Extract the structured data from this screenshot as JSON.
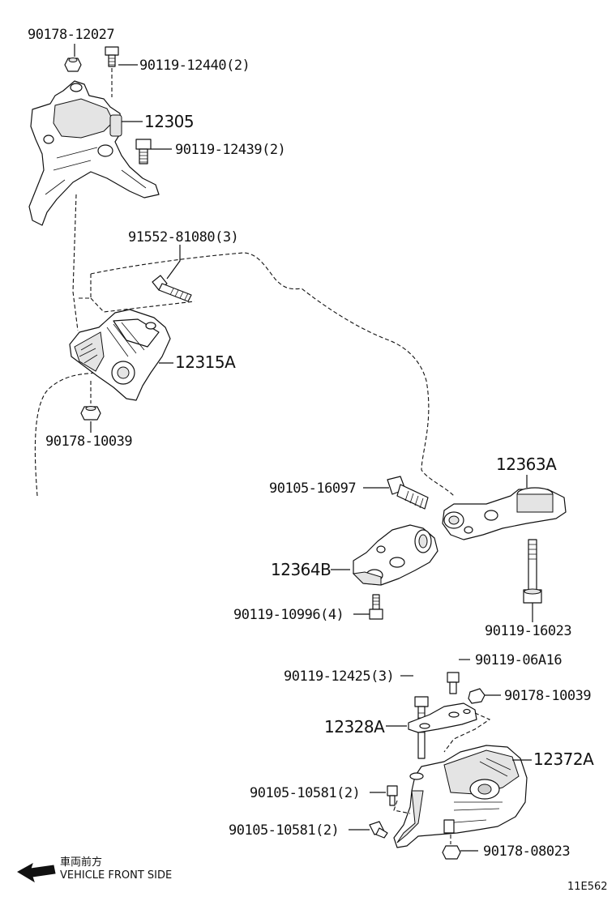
{
  "labels": {
    "nut_top": "90178-12027",
    "bolt_top": "90119-12440(2)",
    "mount_right": "12305",
    "bolt_right": "90119-12439(2)",
    "bolt_3": "91552-81080(3)",
    "bracket_upper": "12315A",
    "nut_mid": "90178-10039",
    "bolt_16097": "90105-16097",
    "rod_rear": "12363A",
    "bracket_rear": "12364B",
    "bolt_10996": "90119-10996(4)",
    "bolt_16023": "90119-16023",
    "bolt_12425": "90119-12425(3)",
    "bolt_06a16": "90119-06A16",
    "nut_lower": "90178-10039",
    "bracket_lower": "12328A",
    "mount_left": "12372A",
    "bolt_10581_a": "90105-10581(2)",
    "bolt_10581_b": "90105-10581(2)",
    "nut_08023": "90178-08023"
  },
  "legend": {
    "japanese": "車両前方",
    "english": "VEHICLE FRONT SIDE"
  },
  "diagram_id": "11E562",
  "icons": {
    "front_arrow": "arrow-left-icon"
  }
}
